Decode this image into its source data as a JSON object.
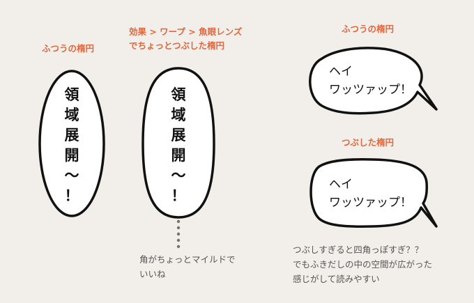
{
  "labels": {
    "oval_normal": "ふつうの楕円",
    "oval_fisheye_line1": "効果 > ワープ > 魚眼レンズ",
    "oval_fisheye_line2": "でちょっとつぶした楕円",
    "bubble_normal": "ふつうの楕円",
    "bubble_squashed": "つぶした楕円"
  },
  "balloons": {
    "vertical_chars": [
      "領",
      "域",
      "展",
      "開",
      "～",
      "！"
    ],
    "horizontal_line1": "ヘイ",
    "horizontal_line2": "ワッツァップ！"
  },
  "notes": {
    "fisheye_line1": "角がちょっとマイルドで",
    "fisheye_line2": "いいね",
    "squashed_line1": "つぶしすぎると四角っぽすぎ？？",
    "squashed_line2": "でもふきだしの中の空間が広がった",
    "squashed_line3": "感じがして読みやすい"
  },
  "colors": {
    "background": "#f2eee9",
    "accent": "#e0673e",
    "stroke": "#111111",
    "dots": "#7a706a"
  }
}
